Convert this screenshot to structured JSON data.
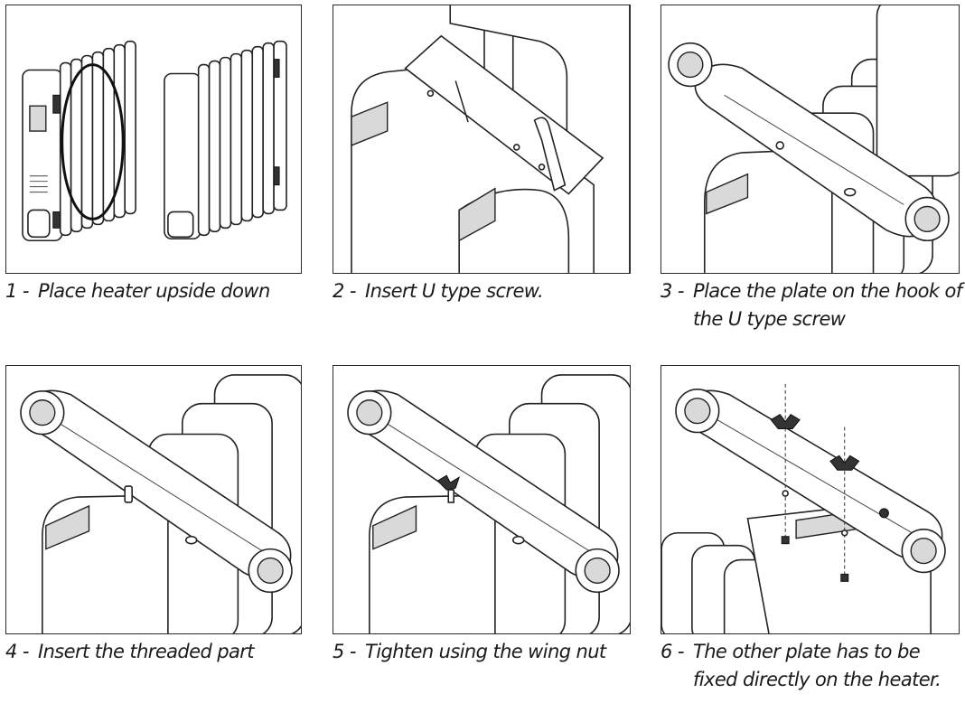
{
  "steps": [
    {
      "number": "1 -",
      "line1": "Place heater upside down",
      "line2": ""
    },
    {
      "number": "2 -",
      "line1": "Insert U type screw.",
      "line2": ""
    },
    {
      "number": "3 -",
      "line1": "Place the plate on the hook of",
      "line2": "the U type screw"
    },
    {
      "number": "4 -",
      "line1": "Insert the threaded part",
      "line2": ""
    },
    {
      "number": "5 -",
      "line1": "Tighten using the wing nut",
      "line2": ""
    },
    {
      "number": "6 -",
      "line1": "The other plate has to be",
      "line2": "fixed directly on the heater."
    }
  ]
}
